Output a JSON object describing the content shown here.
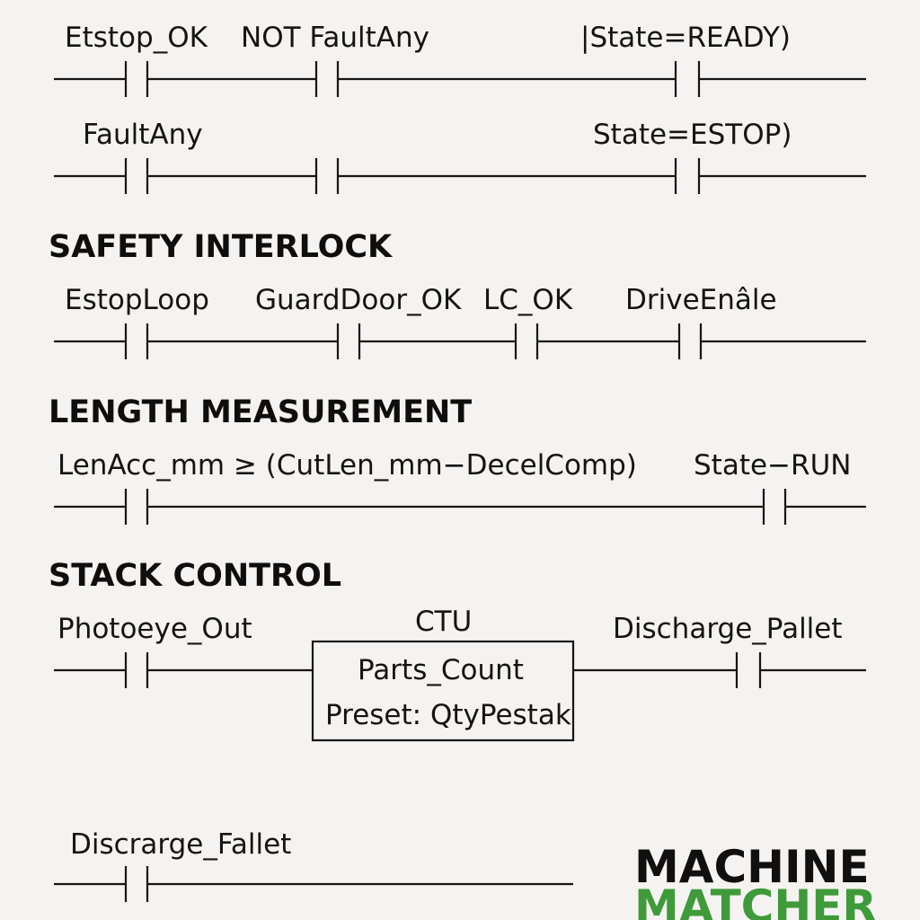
{
  "sections": [
    {
      "heading": ""
    },
    {
      "heading": "SAFETY INTERLOCK"
    },
    {
      "heading": "LENGTH MEASUREMENT"
    },
    {
      "heading": "STACK CONTROL"
    }
  ],
  "rungs": [
    {
      "labels": [
        "Etstop_OK",
        "NOT FaultAny",
        "|State=READY)"
      ]
    },
    {
      "labels": [
        "FaultAny",
        "State=ESTOP)"
      ]
    },
    {
      "labels": [
        "EstopLoop",
        "GuardDoor_OK",
        "LC_OK",
        "DriveEnâle"
      ]
    },
    {
      "labels": [
        "LenAcc_mm ≥ (CutLen_mm−DecelComp)",
        "State−RUN"
      ]
    },
    {
      "labels": [
        "Photoeye_Out",
        "CTU",
        "Discharge_Pallet"
      ]
    },
    {
      "labels": [
        "Discrarge_Fallet"
      ]
    }
  ],
  "counter_block": {
    "type": "CTU",
    "name": "Parts_Count",
    "preset": "Preset: QtyPestak"
  },
  "brand": {
    "line1": "MACHINE",
    "line2": "MATCHER",
    "line2_color": "#3f9a3a"
  }
}
